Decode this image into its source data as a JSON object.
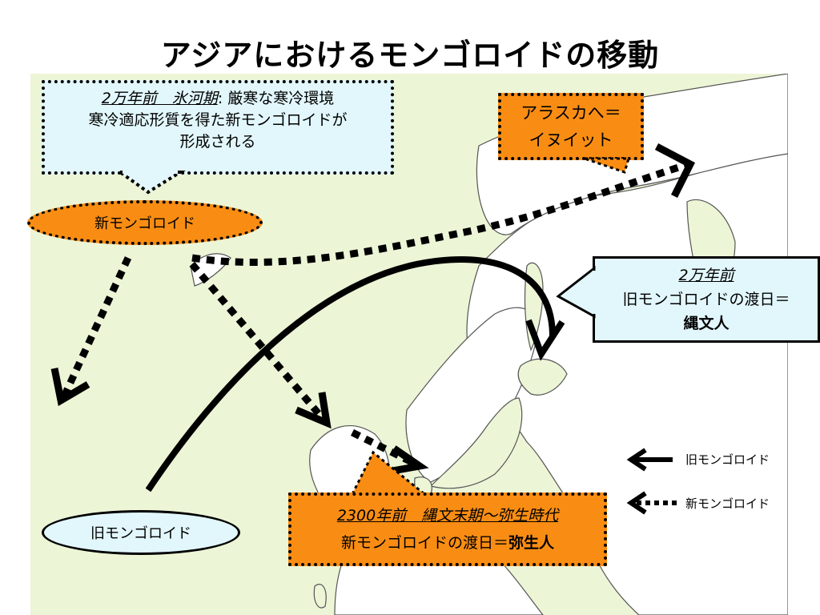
{
  "title": "アジアにおけるモンゴロイドの移動",
  "box_ice_age": {
    "period": "2万年前　氷河期",
    "line1_rest": ": 厳寒な寒冷環境",
    "line2": "寒冷適応形質を得た新モンゴロイドが",
    "line3": "形成される"
  },
  "box_alaska": {
    "line1": "アラスカへ＝",
    "line2": "イヌイット"
  },
  "box_jomon": {
    "period": "2万年前",
    "line2": "旧モンゴロイドの渡日＝",
    "line3": "縄文人"
  },
  "box_yayoi": {
    "period": "2300年前　縄文末期～弥生時代",
    "line2_prefix": "新モンゴロイドの渡日＝",
    "line2_bold": "弥生人"
  },
  "oval_new": "新モンゴロイド",
  "oval_old": "旧モンゴロイド",
  "legend": {
    "old_label": "旧モンゴロイド",
    "new_label": "新モンゴロイド"
  },
  "colors": {
    "land": "#ecf5d6",
    "cyan_box": "#e2f7fc",
    "orange_box": "#f98d13"
  }
}
